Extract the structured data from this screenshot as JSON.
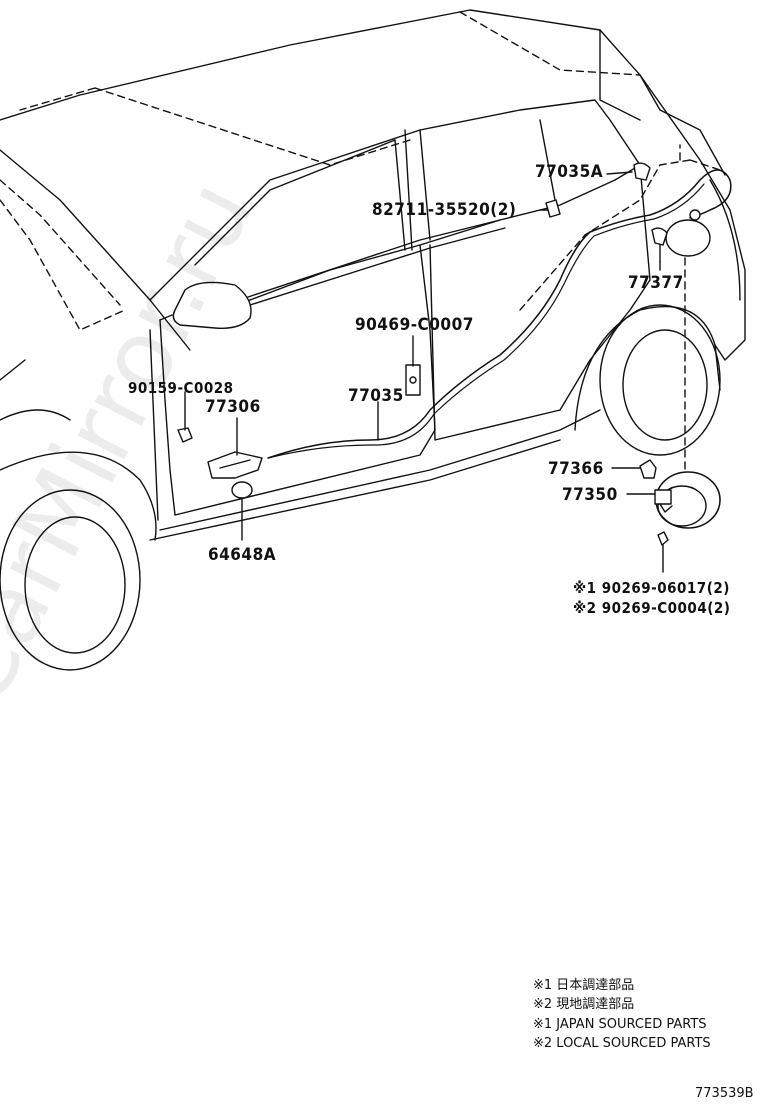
{
  "labels": {
    "p77035A": "77035A",
    "p82711": "82711-35520(2)",
    "p90469": "90469-C0007",
    "p77377": "77377",
    "p90159": "90159-C0028",
    "p77306": "77306",
    "p77035": "77035",
    "p77366": "77366",
    "p77350": "77350",
    "p64648A": "64648A",
    "p90269a": "※1 90269-06017(2)",
    "p90269b": "※2 90269-C0004(2)"
  },
  "legend": {
    "line1": "※1 日本調達部品",
    "line2": "※2 現地調達部品",
    "line3": "※1 JAPAN SOURCED PARTS",
    "line4": "※2 LOCAL SOURCED PARTS"
  },
  "diagram_code": "773539B",
  "watermark": "ToyotaCarMirror.ru"
}
